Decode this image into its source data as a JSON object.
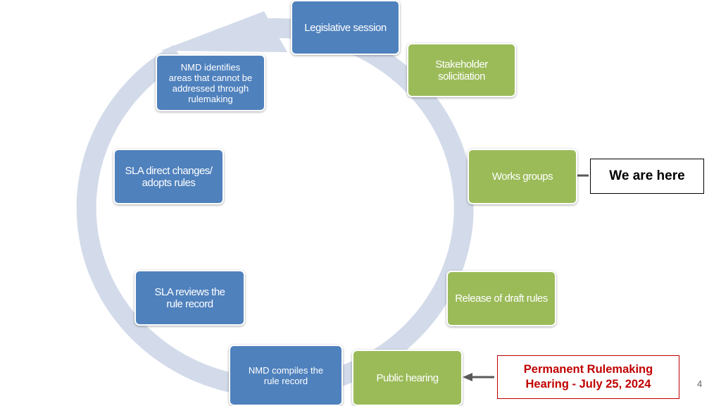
{
  "cycle_steps": [
    {
      "label": "Legislative session",
      "color": "#4f81bd"
    },
    {
      "label": "Stakeholder solicitiation",
      "color": "#9bbb59"
    },
    {
      "label": "Works groups",
      "color": "#9bbb59"
    },
    {
      "label": "Release of draft rules",
      "color": "#9bbb59"
    },
    {
      "label": "Public hearing",
      "color": "#9bbb59"
    },
    {
      "label": "NMD compiles the rule record",
      "color": "#4f81bd"
    },
    {
      "label": "SLA reviews the rule record",
      "color": "#4f81bd"
    },
    {
      "label": "SLA direct changes/ adopts rules",
      "color": "#4f81bd"
    },
    {
      "label": "NMD identifies areas that cannot be addressed through rulemaking",
      "color": "#4f81bd"
    }
  ],
  "callouts": {
    "we_are_here": "We are here",
    "hearing_line1": "Permanent Rulemaking",
    "hearing_line2": "Hearing - July 25, 2024"
  },
  "page_number": "4",
  "colors": {
    "blue": "#4f81bd",
    "green": "#9bbb59",
    "cycle_arrow": "#d3dbea",
    "callout_red": "#c00000",
    "pointer": "#595959"
  }
}
